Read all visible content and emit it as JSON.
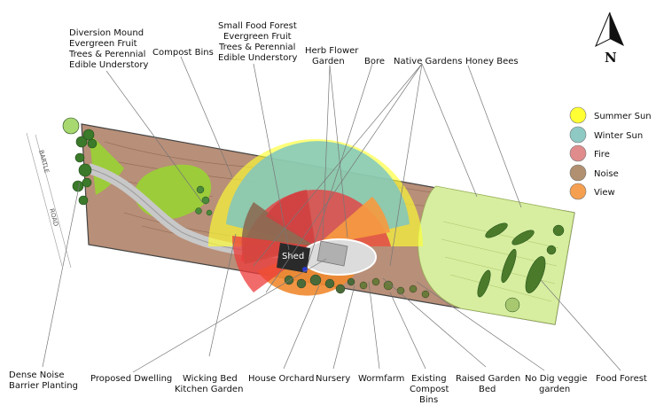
{
  "legend": [
    {
      "label": "Summer Sun",
      "color": "#ffff33"
    },
    {
      "label": "Winter Sun",
      "color": "#8ec9c4"
    },
    {
      "label": "Fire",
      "color": "#e08c8c"
    },
    {
      "label": "Noise",
      "color": "#b09070"
    },
    {
      "label": "View",
      "color": "#f5a050"
    }
  ],
  "north": {
    "letter": "N",
    "icon": "north-arrow-icon"
  },
  "labels": {
    "diversion_mound": [
      "Diversion Mound",
      "Evergreen Fruit",
      "Trees & Perennial",
      "Edible Understory"
    ],
    "compost_bins": "Compost Bins",
    "small_food_forest": [
      "Small Food Forest",
      "Evergreen Fruit",
      "Trees & Perennial",
      "Edible Understory"
    ],
    "herb_flower_garden": [
      "Herb Flower",
      "Garden"
    ],
    "bore": "Bore",
    "native_gardens": "Native Gardens",
    "honey_bees": "Honey Bees",
    "dense_noise": [
      "Dense Noise",
      "Barrier Planting"
    ],
    "proposed_dwelling": "Proposed Dwelling",
    "wicking_bed": [
      "Wicking Bed",
      "Kitchen Garden"
    ],
    "house_orchard": "House Orchard",
    "nursery": "Nursery",
    "wormfarm": "Wormfarm",
    "existing_compost": [
      "Existing",
      "Compost",
      "Bins"
    ],
    "raised_garden": [
      "Raised Garden",
      "Bed"
    ],
    "no_dig": [
      "No Dig veggie",
      "garden"
    ],
    "food_forest": "Food Forest",
    "shed": "Shed",
    "road_1": "BARTLE",
    "road_2": "ROAD"
  }
}
